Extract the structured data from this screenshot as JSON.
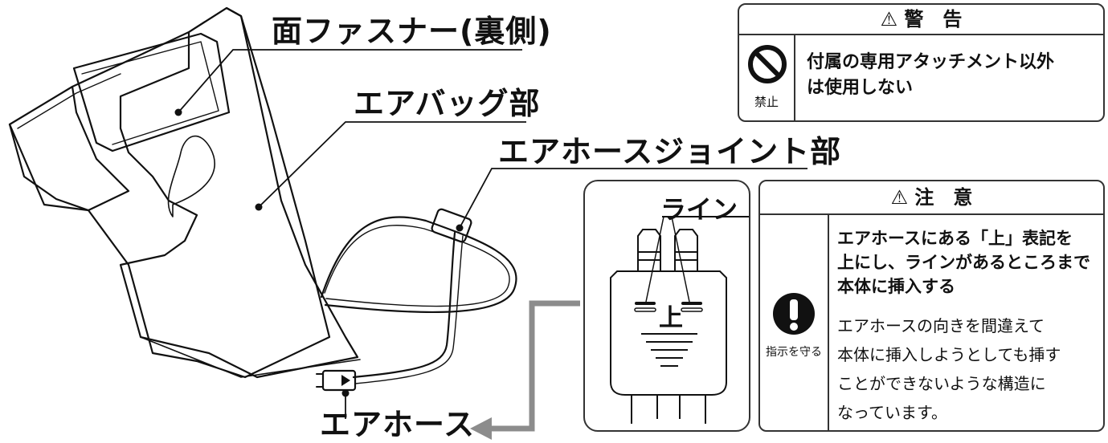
{
  "labels": {
    "fastener": "面ファスナー(裏側)",
    "airbag": "エアバッグ部",
    "joint": "エアホースジョイント部",
    "hose": "エアホース"
  },
  "warning": {
    "title": "⚠ 警　告",
    "icon_caption": "禁止",
    "text_line1": "付属の専用アタッチメント以外",
    "text_line2": "は使用しない"
  },
  "caution": {
    "title": "⚠ 注　意",
    "icon_caption": "指示を守る",
    "bold_line1": "エアホースにある「上」表記を",
    "bold_line2": "上にし、ラインがあるところまで",
    "bold_line3": "本体に挿入する",
    "body_line1": "エアホースの向きを間違えて",
    "body_line2": "本体に挿入しようとしても挿す",
    "body_line3": "ことができないような構造に",
    "body_line4": "なっています。"
  },
  "detail": {
    "line_label": "ライン",
    "up_mark": "上"
  },
  "colors": {
    "arrow": "#8c8c8c",
    "line": "#111111"
  }
}
